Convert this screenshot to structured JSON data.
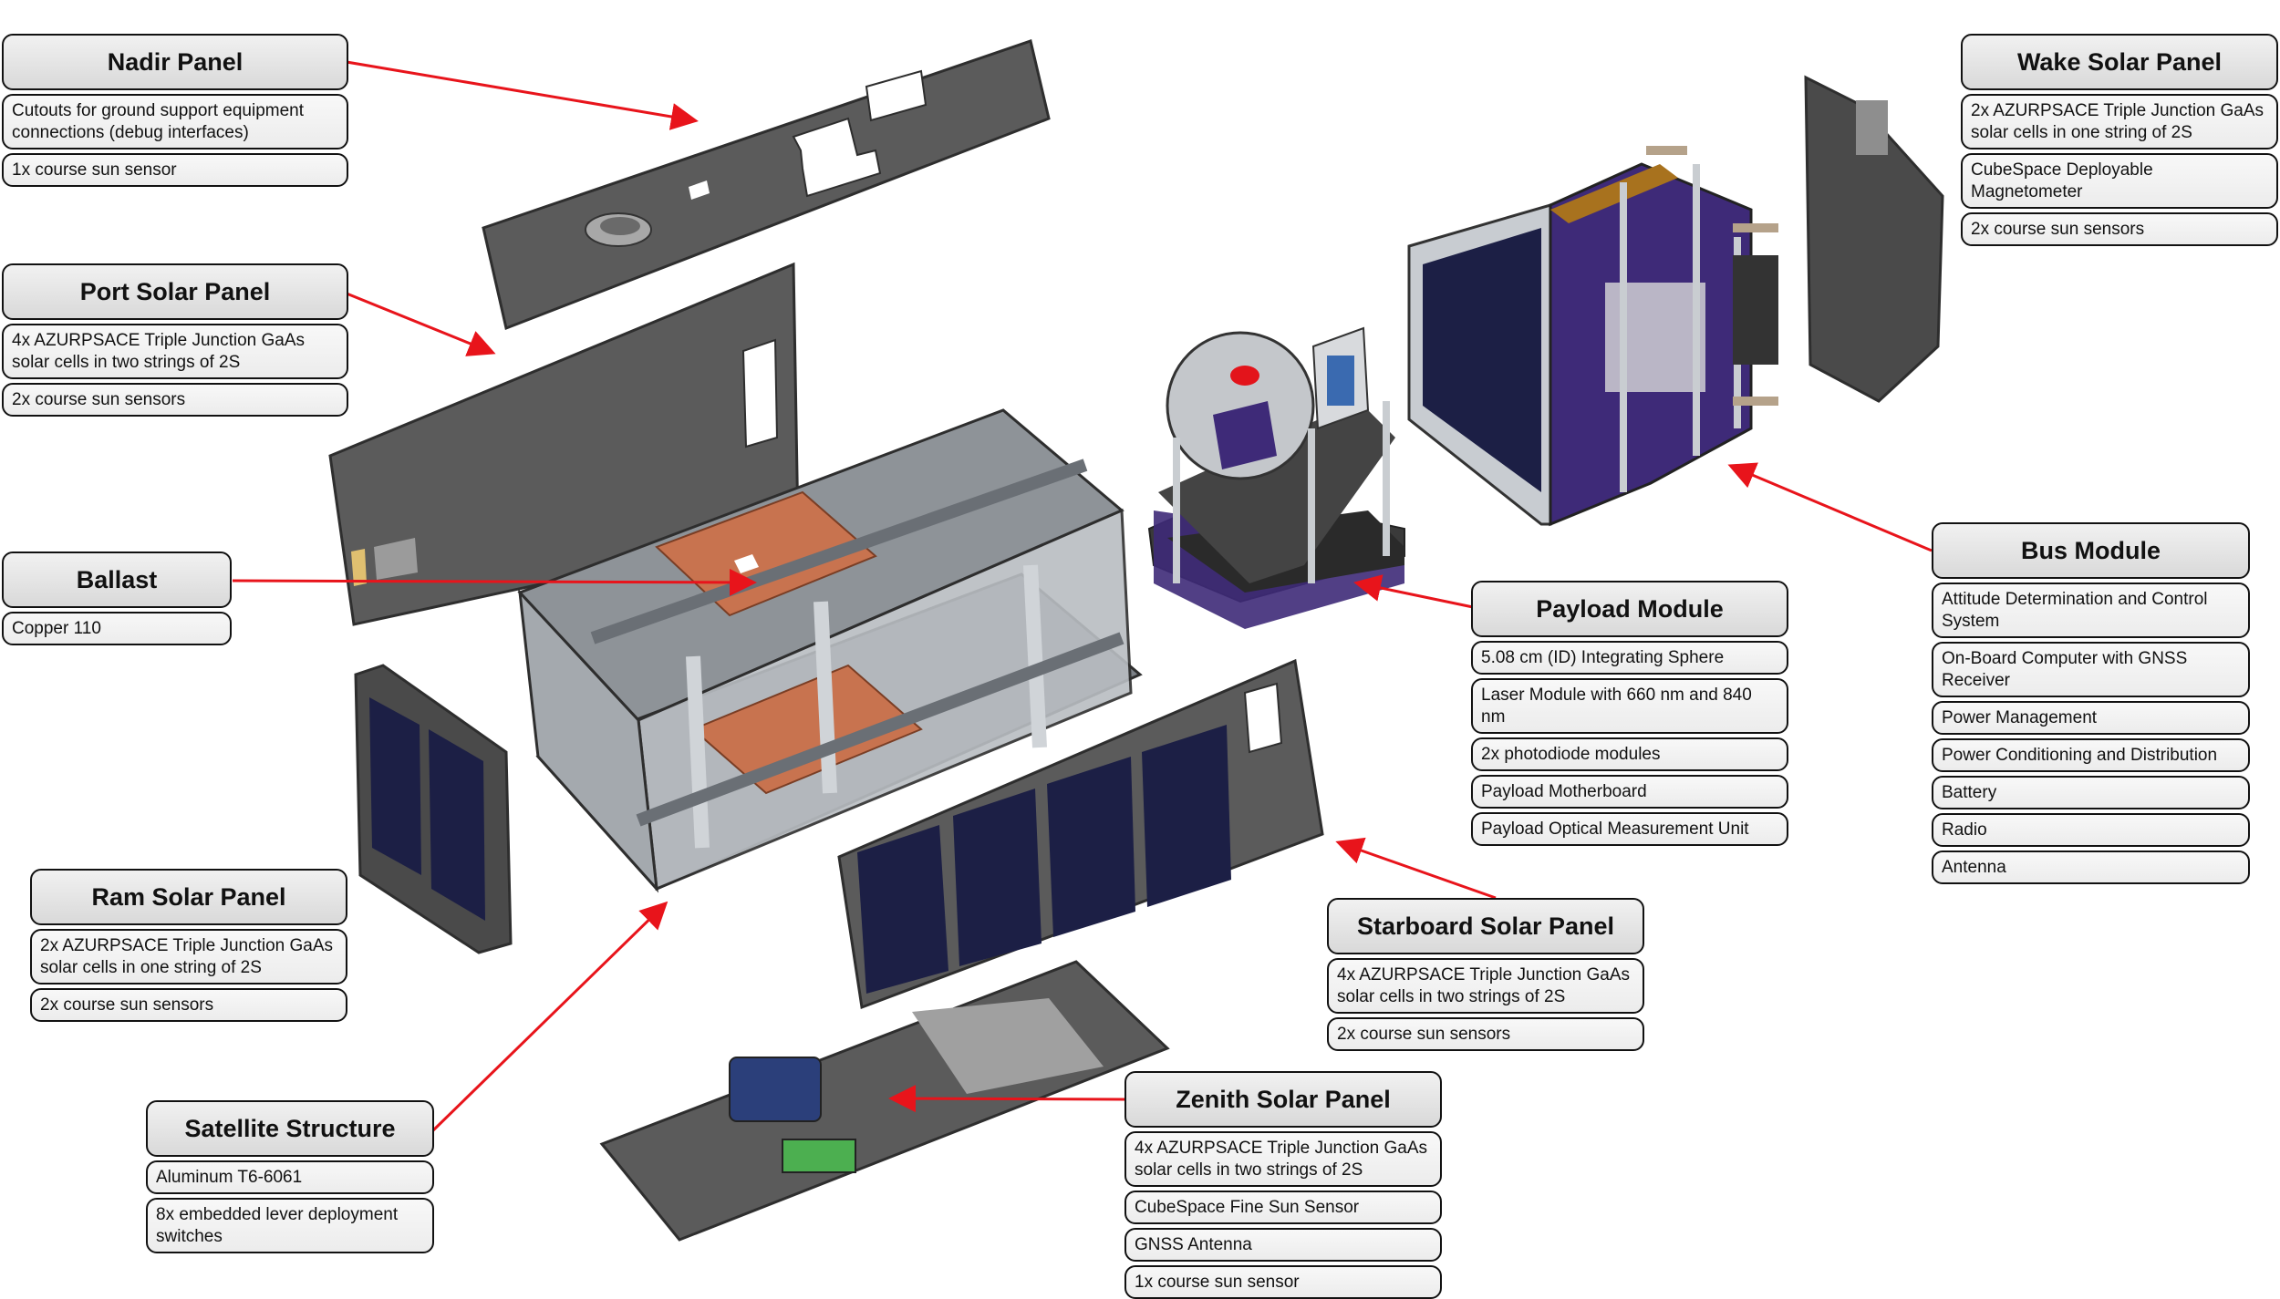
{
  "callouts": [
    {
      "id": "nadir",
      "title": "Nadir Panel",
      "items": [
        "Cutouts for ground support equipment connections (debug interfaces)",
        "1x course sun sensor"
      ]
    },
    {
      "id": "port",
      "title": "Port Solar Panel",
      "items": [
        "4x AZURPSACE Triple Junction GaAs solar cells in two strings of 2S",
        "2x course sun sensors"
      ]
    },
    {
      "id": "ballast",
      "title": "Ballast",
      "items": [
        "Copper 110"
      ]
    },
    {
      "id": "ram",
      "title": "Ram Solar Panel",
      "items": [
        "2x AZURPSACE Triple Junction GaAs solar cells in one string of 2S",
        "2x course sun sensors"
      ]
    },
    {
      "id": "structure",
      "title": "Satellite Structure",
      "items": [
        "Aluminum T6-6061",
        "8x embedded lever deployment switches"
      ]
    },
    {
      "id": "wake",
      "title": "Wake Solar Panel",
      "items": [
        "2x AZURPSACE Triple Junction GaAs solar cells in one string of 2S",
        "CubeSpace Deployable Magnetometer",
        "2x course sun sensors"
      ]
    },
    {
      "id": "bus",
      "title": "Bus Module",
      "items": [
        "Attitude Determination and Control System",
        "On-Board Computer with GNSS Receiver",
        "Power Management",
        "Power Conditioning and Distribution",
        "Battery",
        "Radio",
        "Antenna"
      ]
    },
    {
      "id": "payload",
      "title": "Payload Module",
      "items": [
        "5.08 cm (ID) Integrating Sphere",
        "Laser Module with 660 nm and 840 nm",
        "2x photodiode modules",
        "Payload Motherboard",
        "Payload Optical Measurement Unit"
      ]
    },
    {
      "id": "starboard",
      "title": "Starboard Solar Panel",
      "items": [
        "4x AZURPSACE Triple Junction GaAs solar cells in two strings of 2S",
        "2x course sun sensors"
      ]
    },
    {
      "id": "zenith",
      "title": "Zenith Solar Panel",
      "items": [
        "4x AZURPSACE Triple Junction GaAs solar cells in two strings of 2S",
        "CubeSpace Fine Sun Sensor",
        "GNSS Antenna",
        "1x course sun sensor"
      ]
    }
  ],
  "colors": {
    "arrow": "#e8141b",
    "panel_gray": "#5b5b5b",
    "panel_edge": "#2e2e2e",
    "solar_cell": "#1c1f45",
    "frame_aluminum": "#b9bdc2",
    "copper": "#c8734f",
    "pcb_purple": "#3e2a78"
  }
}
